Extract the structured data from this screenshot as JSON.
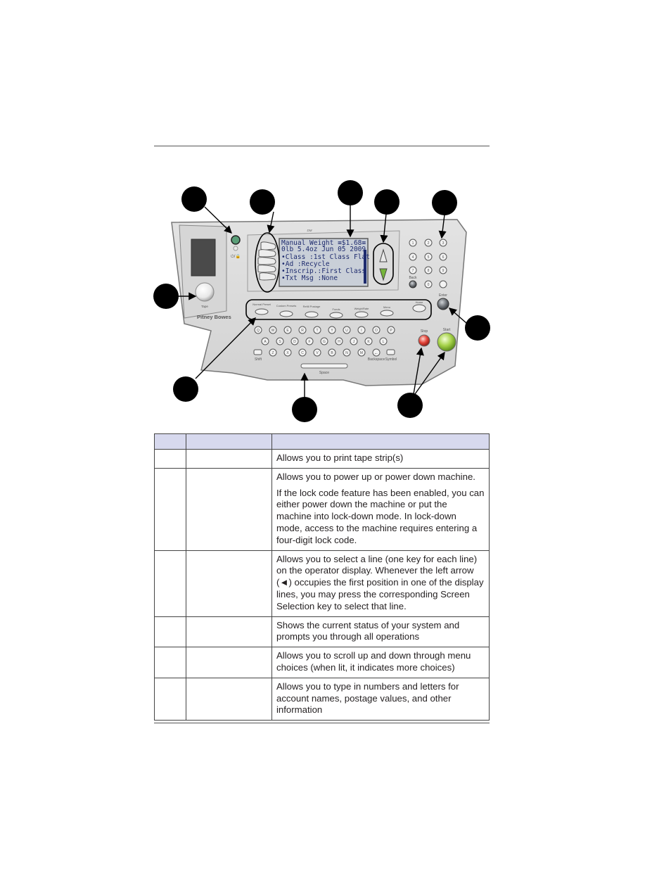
{
  "device": {
    "brand": "Pitney Bowes",
    "tape_label": "Tape",
    "power_label": "⏻/🔒",
    "display": {
      "lines": [
        "Manual Weight ≡$1.68≡",
        "0lb  5.4oz  Jun 05 2009",
        "•Class  :1st Class Flat",
        "•Ad     :Recycle",
        "•Inscrip.:First Class",
        "•Txt Msg :None"
      ]
    },
    "soft_keys": [
      "Normal Preset",
      "Custom Presets",
      "Refill Postage",
      "Funds",
      "Weigh/Rate",
      "Menu"
    ],
    "home_label": "Home",
    "enter_label": "Enter",
    "stop_label": "Stop",
    "start_label": "Start",
    "back_label": "Back",
    "space_label": "Space",
    "shift_label": "Shift",
    "backspace_label": "Backspace",
    "symbol_label": "Symbol",
    "keypad": [
      "1",
      "2",
      "3",
      "4",
      "5",
      "6",
      "7",
      "8",
      "9",
      "0"
    ],
    "keyboard_rows": [
      [
        "Q",
        "W",
        "E",
        "R",
        "T",
        "Y",
        "U",
        "I",
        "O",
        "P"
      ],
      [
        "A",
        "S",
        "D",
        "F",
        "G",
        "H",
        "J",
        "K",
        "L"
      ],
      [
        "Z",
        "X",
        "C",
        "V",
        "B",
        "N",
        "M"
      ]
    ]
  },
  "table": {
    "rows": [
      {
        "paragraphs": [
          "Allows you to print tape strip(s)"
        ]
      },
      {
        "paragraphs": [
          "Allows you to power up or power down machine.",
          "If the lock code feature has been enabled, you can either power down the machine or put the machine into lock-down mode. In lock-down mode, access to the machine requires entering a four-digit lock code."
        ]
      },
      {
        "paragraphs": [
          "Allows you to select a line (one key for each line) on the operator display. Whenever the left arrow (◄) occupies the first position in one of the display lines, you may press the corresponding Screen Selection key to select that line."
        ]
      },
      {
        "paragraphs": [
          "Shows the current status of your system and prompts you through all operations"
        ]
      },
      {
        "paragraphs": [
          "Allows you to scroll up and down through menu choices (when lit, it indicates more choices)"
        ]
      },
      {
        "paragraphs": [
          "Allows you to type in numbers and letters for account names, postage values, and other information"
        ]
      }
    ]
  }
}
